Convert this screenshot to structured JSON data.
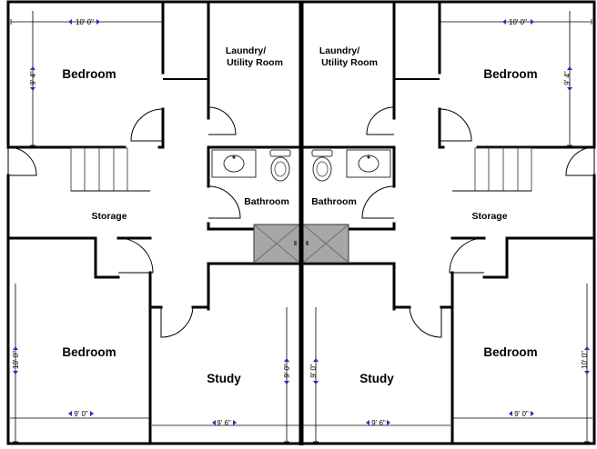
{
  "rooms": {
    "left": {
      "bedroom_top": "Bedroom",
      "laundry_line1": "Laundry/",
      "laundry_line2": "Utility Room",
      "bathroom": "Bathroom",
      "storage": "Storage",
      "bedroom_bottom": "Bedroom",
      "study": "Study"
    },
    "right": {
      "bedroom_top": "Bedroom",
      "laundry_line1": "Laundry/",
      "laundry_line2": "Utility Room",
      "bathroom": "Bathroom",
      "storage": "Storage",
      "bedroom_bottom": "Bedroom",
      "study": "Study"
    }
  },
  "dimensions": {
    "left": {
      "bedroom_top_width": "10' 0\"",
      "bedroom_top_depth": "9' 4\"",
      "bedroom_bottom_depth": "10' 0\"",
      "bedroom_bottom_width": "9' 0\"",
      "study_width": "9' 6\"",
      "study_depth": "9' 0\""
    },
    "right": {
      "bedroom_top_width": "10' 0\"",
      "bedroom_top_depth": "9' 4\"",
      "bedroom_bottom_depth": "10' 0\"",
      "bedroom_bottom_width": "9' 0\"",
      "study_width": "9' 6\"",
      "study_depth": "9' 0\""
    }
  },
  "colors": {
    "wall": "#000000",
    "dimension_arrow": "#1f2fcc",
    "shower_fill": "#a7a7a7",
    "background": "#ffffff"
  }
}
